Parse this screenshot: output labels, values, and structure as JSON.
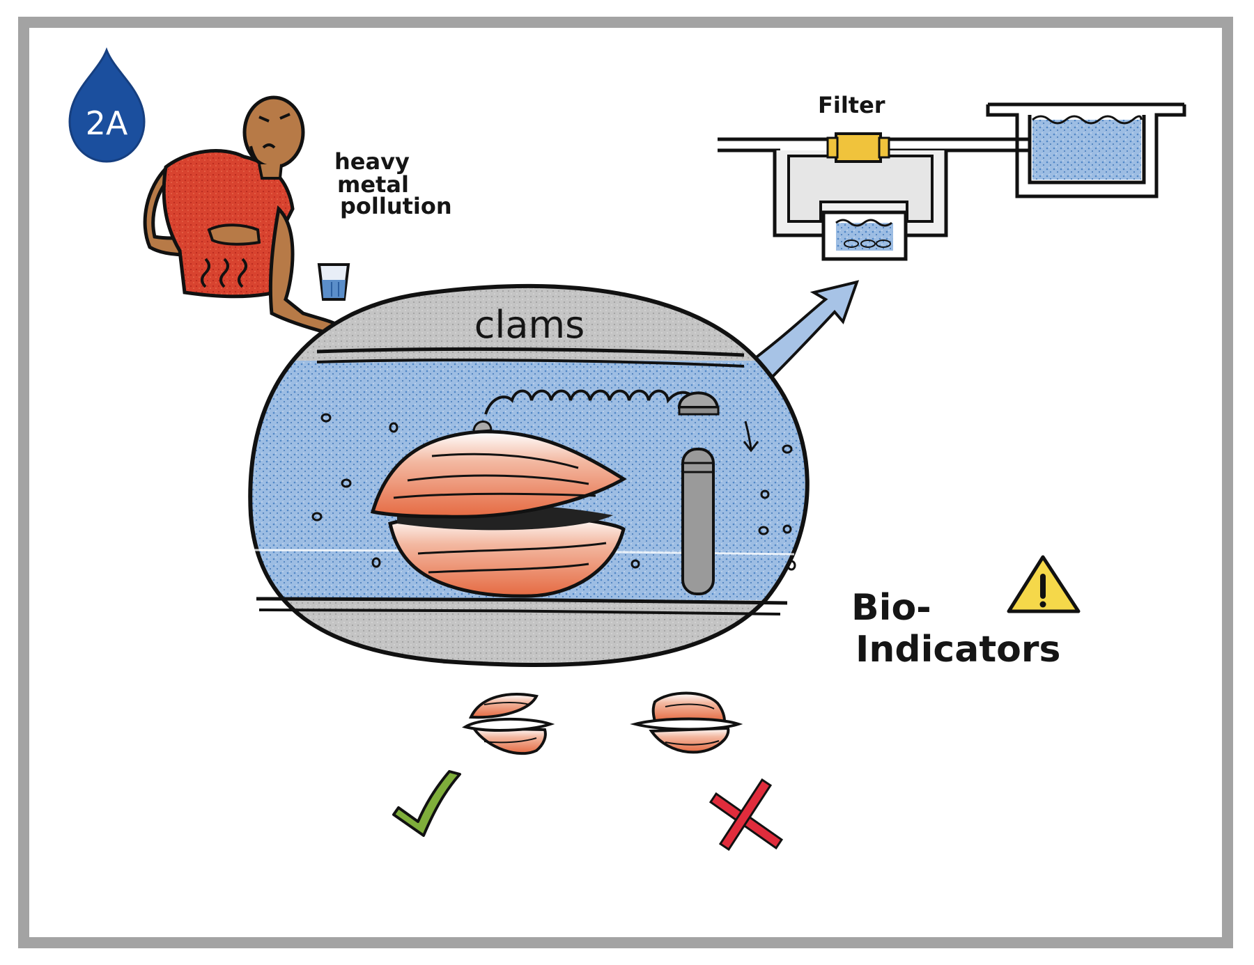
{
  "badge": {
    "label": "2A",
    "color": "#1b4f9e"
  },
  "labels": {
    "heavy_metal": [
      "heavy",
      "metal",
      "pollution"
    ],
    "filter": "Filter",
    "clams": "clams",
    "bio_indicators": [
      "Bio-",
      "Indicators"
    ]
  },
  "icons": {
    "badge": "water-drop-icon",
    "warning": "warning-triangle-icon",
    "good": "checkmark-icon",
    "bad": "cross-icon"
  },
  "colors": {
    "frame": "#a0a0a0",
    "water": "#7ea6d6",
    "water_dark": "#4a7fc0",
    "clam_orange": "#e7774f",
    "shirt_red": "#d83a2a",
    "skin": "#b87a4a",
    "sediment_gray": "#b8b8b8",
    "filter_yellow": "#f0c33c",
    "warning_yellow": "#f5d84a",
    "check_green": "#7fae3b",
    "cross_red": "#e02c3c"
  }
}
